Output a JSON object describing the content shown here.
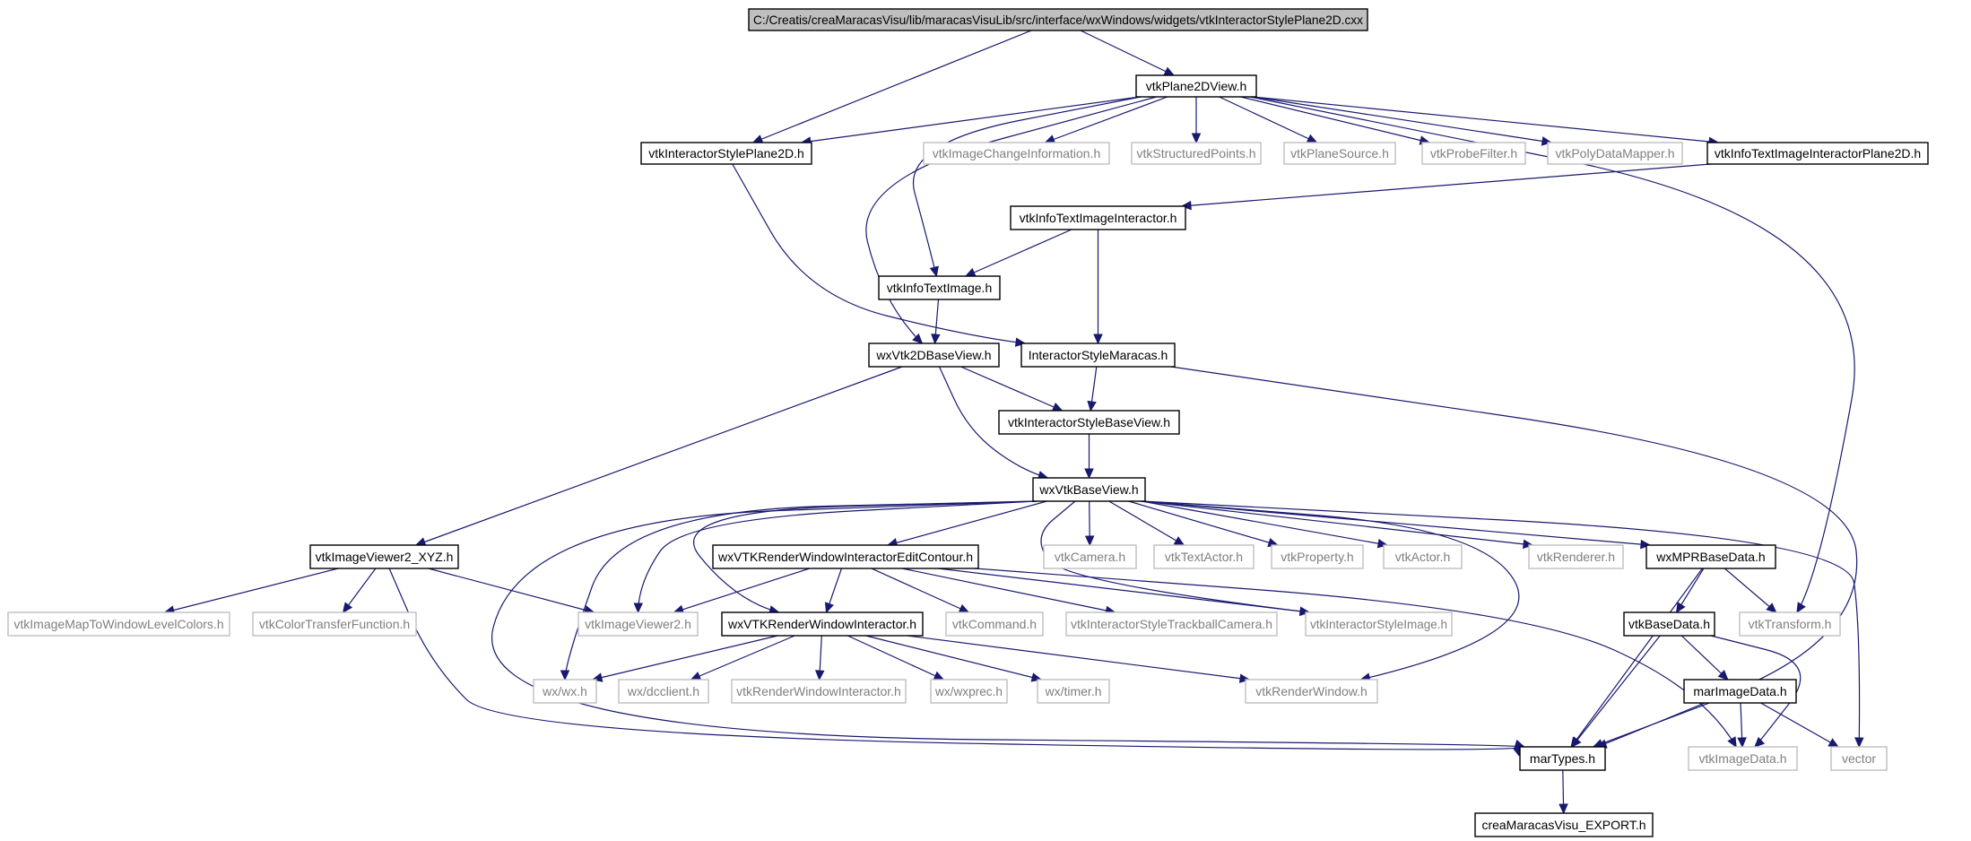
{
  "colors": {
    "edge": "#191970",
    "node_border": "#000000",
    "external_border": "#bfbfbf",
    "external_text": "#7f7f7f",
    "root_fill": "#bfbfbf"
  },
  "nodes": [
    {
      "id": "root",
      "label": "C:/Creatis/creaMaracasVisu/lib/maracasVisuLib/src/interface/wxWindows/widgets/vtkInteractorStylePlane2D.cxx",
      "kind": "root"
    },
    {
      "id": "vtkPlane2DView",
      "label": "vtkPlane2DView.h",
      "kind": "documented"
    },
    {
      "id": "vtkInteractorStylePlane2D",
      "label": "vtkInteractorStylePlane2D.h",
      "kind": "documented"
    },
    {
      "id": "vtkImageChangeInformation",
      "label": "vtkImageChangeInformation.h",
      "kind": "external"
    },
    {
      "id": "vtkStructuredPoints",
      "label": "vtkStructuredPoints.h",
      "kind": "external"
    },
    {
      "id": "vtkPlaneSource",
      "label": "vtkPlaneSource.h",
      "kind": "external"
    },
    {
      "id": "vtkProbeFilter",
      "label": "vtkProbeFilter.h",
      "kind": "external"
    },
    {
      "id": "vtkPolyDataMapper",
      "label": "vtkPolyDataMapper.h",
      "kind": "external"
    },
    {
      "id": "vtkInfoTextImageInteractorPlane2D",
      "label": "vtkInfoTextImageInteractorPlane2D.h",
      "kind": "documented"
    },
    {
      "id": "vtkInfoTextImageInteractor",
      "label": "vtkInfoTextImageInteractor.h",
      "kind": "documented"
    },
    {
      "id": "vtkInfoTextImage",
      "label": "vtkInfoTextImage.h",
      "kind": "documented"
    },
    {
      "id": "wxVtk2DBaseView",
      "label": "wxVtk2DBaseView.h",
      "kind": "documented"
    },
    {
      "id": "InteractorStyleMaracas",
      "label": "InteractorStyleMaracas.h",
      "kind": "documented"
    },
    {
      "id": "vtkInteractorStyleBaseView",
      "label": "vtkInteractorStyleBaseView.h",
      "kind": "documented"
    },
    {
      "id": "wxVtkBaseView",
      "label": "wxVtkBaseView.h",
      "kind": "documented"
    },
    {
      "id": "vtkImageViewer2_XYZ",
      "label": "vtkImageViewer2_XYZ.h",
      "kind": "documented"
    },
    {
      "id": "wxVTKRenderWindowInteractorEditContour",
      "label": "wxVTKRenderWindowInteractorEditContour.h",
      "kind": "documented"
    },
    {
      "id": "vtkCamera",
      "label": "vtkCamera.h",
      "kind": "external"
    },
    {
      "id": "vtkTextActor",
      "label": "vtkTextActor.h",
      "kind": "external"
    },
    {
      "id": "vtkProperty",
      "label": "vtkProperty.h",
      "kind": "external"
    },
    {
      "id": "vtkActor",
      "label": "vtkActor.h",
      "kind": "external"
    },
    {
      "id": "vtkRenderer",
      "label": "vtkRenderer.h",
      "kind": "external"
    },
    {
      "id": "wxMPRBaseData",
      "label": "wxMPRBaseData.h",
      "kind": "documented"
    },
    {
      "id": "vtkImageMapToWindowLevelColors",
      "label": "vtkImageMapToWindowLevelColors.h",
      "kind": "external"
    },
    {
      "id": "vtkColorTransferFunction",
      "label": "vtkColorTransferFunction.h",
      "kind": "external"
    },
    {
      "id": "vtkImageViewer2",
      "label": "vtkImageViewer2.h",
      "kind": "external"
    },
    {
      "id": "wxVTKRenderWindowInteractor",
      "label": "wxVTKRenderWindowInteractor.h",
      "kind": "documented"
    },
    {
      "id": "vtkCommand",
      "label": "vtkCommand.h",
      "kind": "external"
    },
    {
      "id": "vtkInteractorStyleTrackballCamera",
      "label": "vtkInteractorStyleTrackballCamera.h",
      "kind": "external"
    },
    {
      "id": "vtkInteractorStyleImage",
      "label": "vtkInteractorStyleImage.h",
      "kind": "external"
    },
    {
      "id": "vtkBaseData",
      "label": "vtkBaseData.h",
      "kind": "documented"
    },
    {
      "id": "vtkTransform",
      "label": "vtkTransform.h",
      "kind": "external"
    },
    {
      "id": "wxwx",
      "label": "wx/wx.h",
      "kind": "external"
    },
    {
      "id": "wxdcclient",
      "label": "wx/dcclient.h",
      "kind": "external"
    },
    {
      "id": "vtkRenderWindowInteractor",
      "label": "vtkRenderWindowInteractor.h",
      "kind": "external"
    },
    {
      "id": "wxwxprec",
      "label": "wx/wxprec.h",
      "kind": "external"
    },
    {
      "id": "wxtimer",
      "label": "wx/timer.h",
      "kind": "external"
    },
    {
      "id": "vtkRenderWindow",
      "label": "vtkRenderWindow.h",
      "kind": "external"
    },
    {
      "id": "marImageData",
      "label": "marImageData.h",
      "kind": "documented"
    },
    {
      "id": "marTypes",
      "label": "marTypes.h",
      "kind": "documented"
    },
    {
      "id": "vtkImageData",
      "label": "vtkImageData.h",
      "kind": "external"
    },
    {
      "id": "vector",
      "label": "vector",
      "kind": "external"
    },
    {
      "id": "creaMaracasVisu_EXPORT",
      "label": "creaMaracasVisu_EXPORT.h",
      "kind": "documented"
    }
  ],
  "edges": [
    [
      "root",
      "vtkInteractorStylePlane2D"
    ],
    [
      "root",
      "vtkPlane2DView"
    ],
    [
      "vtkPlane2DView",
      "vtkInteractorStylePlane2D"
    ],
    [
      "vtkPlane2DView",
      "vtkImageChangeInformation"
    ],
    [
      "vtkPlane2DView",
      "vtkStructuredPoints"
    ],
    [
      "vtkPlane2DView",
      "vtkPlaneSource"
    ],
    [
      "vtkPlane2DView",
      "vtkProbeFilter"
    ],
    [
      "vtkPlane2DView",
      "vtkPolyDataMapper"
    ],
    [
      "vtkPlane2DView",
      "vtkInfoTextImageInteractorPlane2D"
    ],
    [
      "vtkPlane2DView",
      "vtkInfoTextImage"
    ],
    [
      "vtkPlane2DView",
      "wxVtk2DBaseView"
    ],
    [
      "vtkPlane2DView",
      "vtkTransform"
    ],
    [
      "vtkInteractorStylePlane2D",
      "InteractorStyleMaracas"
    ],
    [
      "vtkInfoTextImageInteractorPlane2D",
      "vtkInfoTextImageInteractor"
    ],
    [
      "vtkInfoTextImageInteractor",
      "vtkInfoTextImage"
    ],
    [
      "vtkInfoTextImageInteractor",
      "InteractorStyleMaracas"
    ],
    [
      "vtkInfoTextImage",
      "wxVtk2DBaseView"
    ],
    [
      "wxVtk2DBaseView",
      "vtkInteractorStyleBaseView"
    ],
    [
      "wxVtk2DBaseView",
      "wxVtkBaseView"
    ],
    [
      "wxVtk2DBaseView",
      "vtkImageViewer2_XYZ"
    ],
    [
      "InteractorStyleMaracas",
      "vtkInteractorStyleBaseView"
    ],
    [
      "InteractorStyleMaracas",
      "marTypes"
    ],
    [
      "vtkInteractorStyleBaseView",
      "wxVtkBaseView"
    ],
    [
      "wxVtkBaseView",
      "vtkCamera"
    ],
    [
      "wxVtkBaseView",
      "vtkTextActor"
    ],
    [
      "wxVtkBaseView",
      "vtkProperty"
    ],
    [
      "wxVtkBaseView",
      "vtkActor"
    ],
    [
      "wxVtkBaseView",
      "vtkRenderer"
    ],
    [
      "wxVtkBaseView",
      "wxMPRBaseData"
    ],
    [
      "wxVtkBaseView",
      "wxVTKRenderWindowInteractorEditContour"
    ],
    [
      "wxVtkBaseView",
      "vtkImageViewer2"
    ],
    [
      "wxVtkBaseView",
      "wxVTKRenderWindowInteractor"
    ],
    [
      "wxVtkBaseView",
      "wxwx"
    ],
    [
      "wxVtkBaseView",
      "vtkInteractorStyleImage"
    ],
    [
      "wxVtkBaseView",
      "vtkRenderWindow"
    ],
    [
      "wxVtkBaseView",
      "marTypes"
    ],
    [
      "wxVtkBaseView",
      "vector"
    ],
    [
      "vtkImageViewer2_XYZ",
      "vtkImageMapToWindowLevelColors"
    ],
    [
      "vtkImageViewer2_XYZ",
      "vtkColorTransferFunction"
    ],
    [
      "vtkImageViewer2_XYZ",
      "vtkImageViewer2"
    ],
    [
      "vtkImageViewer2_XYZ",
      "marTypes"
    ],
    [
      "wxVTKRenderWindowInteractorEditContour",
      "vtkImageViewer2"
    ],
    [
      "wxVTKRenderWindowInteractorEditContour",
      "wxVTKRenderWindowInteractor"
    ],
    [
      "wxVTKRenderWindowInteractorEditContour",
      "vtkCommand"
    ],
    [
      "wxVTKRenderWindowInteractorEditContour",
      "vtkInteractorStyleTrackballCamera"
    ],
    [
      "wxVTKRenderWindowInteractorEditContour",
      "vtkInteractorStyleImage"
    ],
    [
      "wxVTKRenderWindowInteractorEditContour",
      "vtkImageData"
    ],
    [
      "wxVTKRenderWindowInteractor",
      "wxwx"
    ],
    [
      "wxVTKRenderWindowInteractor",
      "wxdcclient"
    ],
    [
      "wxVTKRenderWindowInteractor",
      "vtkRenderWindowInteractor"
    ],
    [
      "wxVTKRenderWindowInteractor",
      "wxwxprec"
    ],
    [
      "wxVTKRenderWindowInteractor",
      "wxtimer"
    ],
    [
      "wxVTKRenderWindowInteractor",
      "vtkRenderWindow"
    ],
    [
      "wxMPRBaseData",
      "vtkBaseData"
    ],
    [
      "wxMPRBaseData",
      "vtkTransform"
    ],
    [
      "wxMPRBaseData",
      "marTypes"
    ],
    [
      "vtkBaseData",
      "marImageData"
    ],
    [
      "vtkBaseData",
      "marTypes"
    ],
    [
      "vtkBaseData",
      "vtkImageData"
    ],
    [
      "marImageData",
      "marTypes"
    ],
    [
      "marImageData",
      "vtkImageData"
    ],
    [
      "marImageData",
      "vector"
    ],
    [
      "marTypes",
      "creaMaracasVisu_EXPORT"
    ]
  ]
}
